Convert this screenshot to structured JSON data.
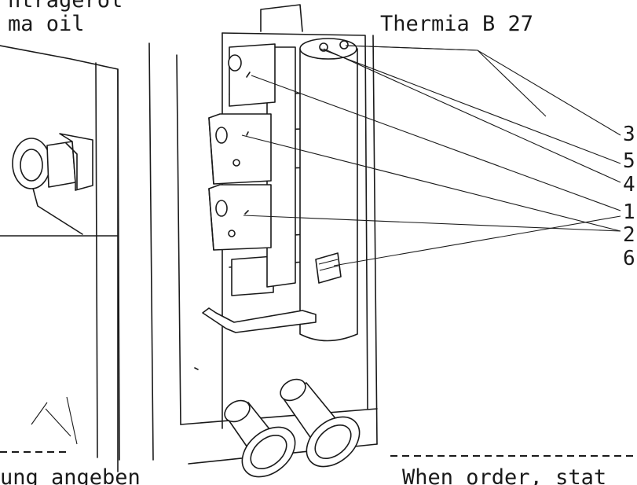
{
  "labels": {
    "top_left_line1": "ntrageröl",
    "top_left_line2": "ma oil",
    "top_right_line1": "Thermia B 27",
    "bottom_left": "ung angeben",
    "bottom_right": "When order, stat"
  },
  "callouts": [
    "3",
    "5",
    "4",
    "1",
    "2",
    "6"
  ]
}
